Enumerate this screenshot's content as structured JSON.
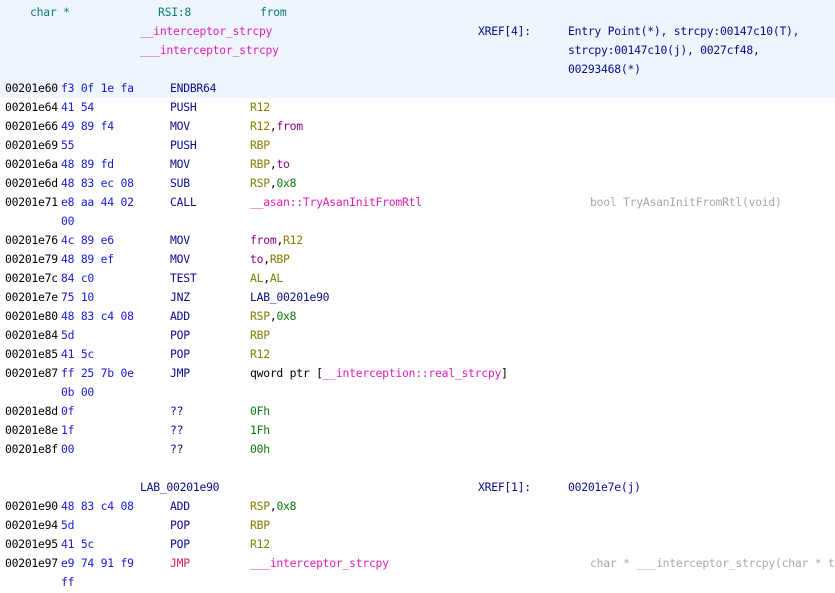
{
  "header": {
    "param_type": "char *",
    "param_storage": "RSI:8",
    "param_name": "from",
    "func_name_1": "__interceptor_strcpy",
    "func_name_2": "___interceptor_strcpy",
    "xref_label": "XREF[4]:",
    "xref_line_1": "Entry Point(*), strcpy:00147c10(T),",
    "xref_line_2": "strcpy:00147c10(j), 0027cf48,",
    "xref_line_3": "00293468(*)"
  },
  "instructions": [
    {
      "addr": "00201e60",
      "bytes": "f3 0f 1e fa",
      "mnemonic": "ENDBR64"
    },
    {
      "addr": "00201e64",
      "bytes": "41 54",
      "mnemonic": "PUSH",
      "op1": "R12"
    },
    {
      "addr": "00201e66",
      "bytes": "49 89 f4",
      "mnemonic": "MOV",
      "op1": "R12",
      "op2": "from"
    },
    {
      "addr": "00201e69",
      "bytes": "55",
      "mnemonic": "PUSH",
      "op1": "RBP"
    },
    {
      "addr": "00201e6a",
      "bytes": "48 89 fd",
      "mnemonic": "MOV",
      "op1": "RBP",
      "op2": "to"
    },
    {
      "addr": "00201e6d",
      "bytes": "48 83 ec 08",
      "mnemonic": "SUB",
      "op1": "RSP",
      "op2": "0x8"
    },
    {
      "addr": "00201e71",
      "bytes": "e8 aa 44 02",
      "bytes_cont": "00",
      "mnemonic": "CALL",
      "op1": "__asan::TryAsanInitFromRtl",
      "comment": "bool TryAsanInitFromRtl(void)"
    },
    {
      "addr": "00201e76",
      "bytes": "4c 89 e6",
      "mnemonic": "MOV",
      "op1": "from",
      "op2": "R12"
    },
    {
      "addr": "00201e79",
      "bytes": "48 89 ef",
      "mnemonic": "MOV",
      "op1": "to",
      "op2": "RBP"
    },
    {
      "addr": "00201e7c",
      "bytes": "84 c0",
      "mnemonic": "TEST",
      "op1": "AL",
      "op2": "AL"
    },
    {
      "addr": "00201e7e",
      "bytes": "75 10",
      "mnemonic": "JNZ",
      "op1": "LAB_00201e90"
    },
    {
      "addr": "00201e80",
      "bytes": "48 83 c4 08",
      "mnemonic": "ADD",
      "op1": "RSP",
      "op2": "0x8"
    },
    {
      "addr": "00201e84",
      "bytes": "5d",
      "mnemonic": "POP",
      "op1": "RBP"
    },
    {
      "addr": "00201e85",
      "bytes": "41 5c",
      "mnemonic": "POP",
      "op1": "R12"
    },
    {
      "addr": "00201e87",
      "bytes": "ff 25 7b 0e",
      "bytes_cont": "0b 00",
      "mnemonic": "JMP",
      "op_prefix": "qword ptr [",
      "op_sym": "__interception::real_strcpy",
      "op_suffix": "]"
    },
    {
      "addr": "00201e8d",
      "bytes": "0f",
      "mnemonic": "??",
      "op1": "0Fh"
    },
    {
      "addr": "00201e8e",
      "bytes": "1f",
      "mnemonic": "??",
      "op1": "1Fh"
    },
    {
      "addr": "00201e8f",
      "bytes": "00",
      "mnemonic": "??",
      "op1": "00h"
    }
  ],
  "label_block": {
    "label": "LAB_00201e90",
    "xref_label": "XREF[1]:",
    "xref_value": "00201e7e(j)"
  },
  "instructions_2": [
    {
      "addr": "00201e90",
      "bytes": "48 83 c4 08",
      "mnemonic": "ADD",
      "op1": "RSP",
      "op2": "0x8"
    },
    {
      "addr": "00201e94",
      "bytes": "5d",
      "mnemonic": "POP",
      "op1": "RBP"
    },
    {
      "addr": "00201e95",
      "bytes": "41 5c",
      "mnemonic": "POP",
      "op1": "R12"
    },
    {
      "addr": "00201e97",
      "bytes": "e9 74 91 f9",
      "bytes_cont": "ff",
      "mnemonic": "JMP",
      "op1": "___interceptor_strcpy",
      "comment": "char * ___interceptor_strcpy(char * to..."
    }
  ],
  "colors": {
    "header_bg": "#eef5fd",
    "address": "#000000",
    "bytes": "#1a1ad6",
    "mnemonic": "#0c0c8c",
    "register": "#808000",
    "variable": "#8b008b",
    "number": "#0b7a0b",
    "symbol": "#e01fb8",
    "comment": "#a8a8a8"
  }
}
